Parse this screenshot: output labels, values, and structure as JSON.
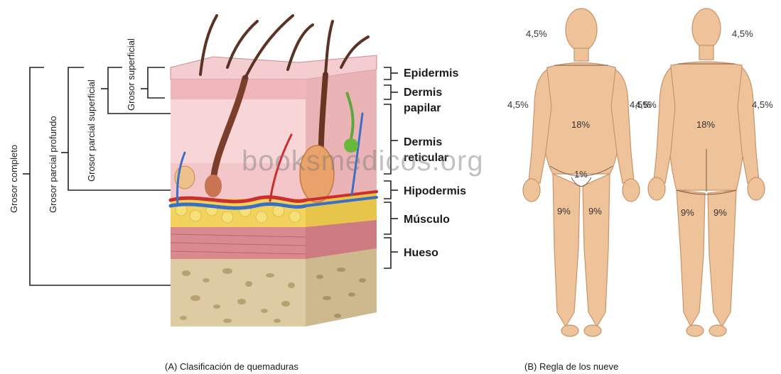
{
  "panel_a": {
    "caption": "(A) Clasificación de quemaduras",
    "depth_labels": {
      "full": "Grosor completo",
      "deep_partial": "Grosor parcial profundo",
      "superficial_partial": "Grosor parcial superficial",
      "superficial": "Grosor superficial"
    },
    "layers": {
      "epidermis": "Epidermis",
      "dermis_papilar_1": "Dermis",
      "dermis_papilar_2": "papilar",
      "dermis_reticular_1": "Dermis",
      "dermis_reticular_2": "reticular",
      "hipodermis": "Hipodermis",
      "musculo": "Músculo",
      "hueso": "Hueso"
    }
  },
  "panel_b": {
    "caption": "(B) Regla de los nueve",
    "front": {
      "head": "4,5%",
      "arm_left": "4,5%",
      "arm_right": "4,5%",
      "trunk": "18%",
      "genital": "1%",
      "leg_left": "9%",
      "leg_right": "9%"
    },
    "back": {
      "head": "4,5%",
      "arm_left": "4,5%",
      "arm_right": "4,5%",
      "trunk": "18%",
      "leg_left": "9%",
      "leg_right": "9%"
    }
  },
  "watermark": "booksmedicos.org",
  "colors": {
    "skin": "#f0c7a0",
    "skin_shade": "#d9a57c",
    "epidermis": "#f3c2c4",
    "dermis": "#f6cfd2",
    "fat": "#f0d35a",
    "muscle": "#d9868a",
    "bone": "#d8c9a3",
    "vessel_red": "#cc2d2d",
    "vessel_blue": "#3b6fc4"
  }
}
